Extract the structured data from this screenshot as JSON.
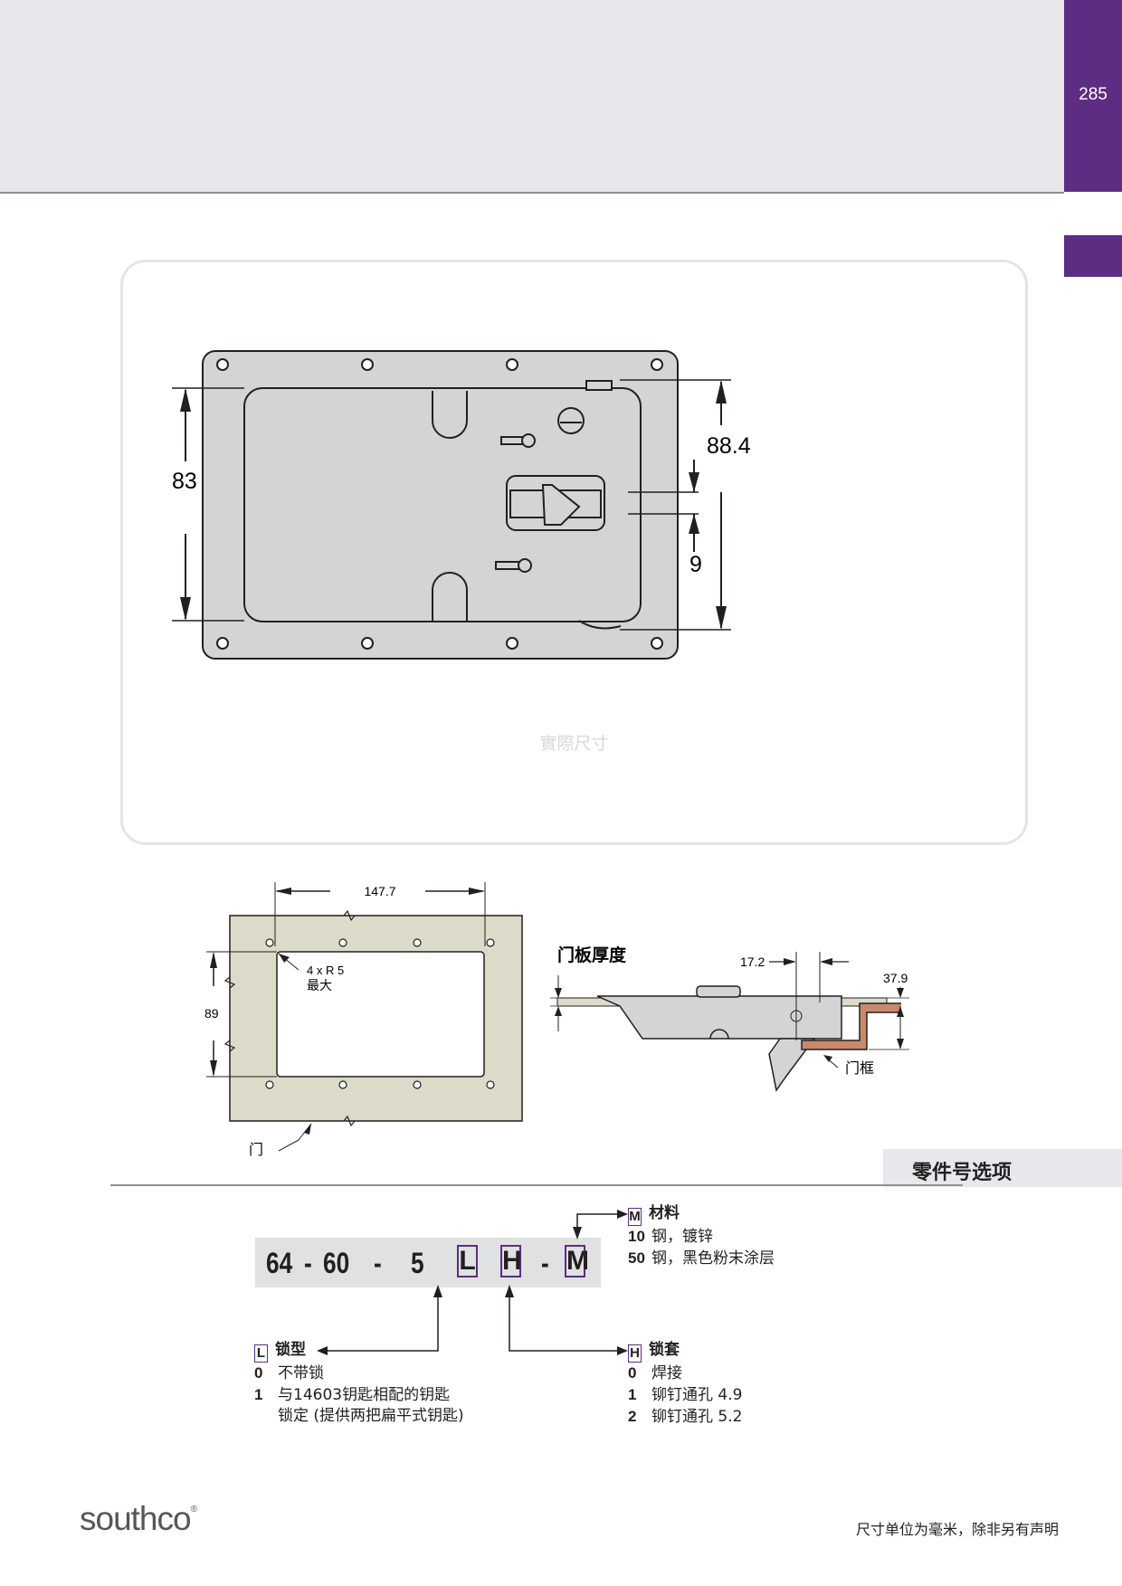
{
  "header": {
    "page_number": "285"
  },
  "front_view": {
    "watermark": "實際尺寸",
    "dims": {
      "height_left": "83",
      "right_top": "88.4",
      "right_small": "9"
    }
  },
  "cutout_view": {
    "width_dim": "147.7",
    "height_dim": "89",
    "radius_line1": "4 x R 5",
    "radius_line2": "最大",
    "door_label": "门"
  },
  "side_view": {
    "panel_thickness_label": "门板厚度",
    "dim_left": "17.2",
    "dim_right": "37.9",
    "frame_label": "门框"
  },
  "part_options": {
    "section_title": "零件号选项",
    "part_number": {
      "p1": "64",
      "d1": "-",
      "p2": "60",
      "d2": "-",
      "p3": "5",
      "c1": "L",
      "c2": "H",
      "d3": "-",
      "c3": "M"
    },
    "material": {
      "code": "M",
      "title": "材料",
      "options": [
        {
          "num": "10",
          "text": "钢，镀锌"
        },
        {
          "num": "50",
          "text": "钢，黑色粉末涂层"
        }
      ]
    },
    "lock_type": {
      "code": "L",
      "title": "锁型",
      "options": [
        {
          "num": "0",
          "text": "不带锁"
        },
        {
          "num": "1",
          "text": "与14603钥匙相配的钥匙"
        },
        {
          "num": "",
          "text": "锁定 (提供两把扁平式钥匙)"
        }
      ]
    },
    "housing": {
      "code": "H",
      "title": "锁套",
      "options": [
        {
          "num": "0",
          "text": "焊接"
        },
        {
          "num": "1",
          "text": "铆钉通孔 4.9"
        },
        {
          "num": "2",
          "text": "铆钉通孔 5.2"
        }
      ]
    }
  },
  "footer": {
    "logo": "southco",
    "logo_mark": "®",
    "note": "尺寸单位为毫米，除非另有声明"
  }
}
